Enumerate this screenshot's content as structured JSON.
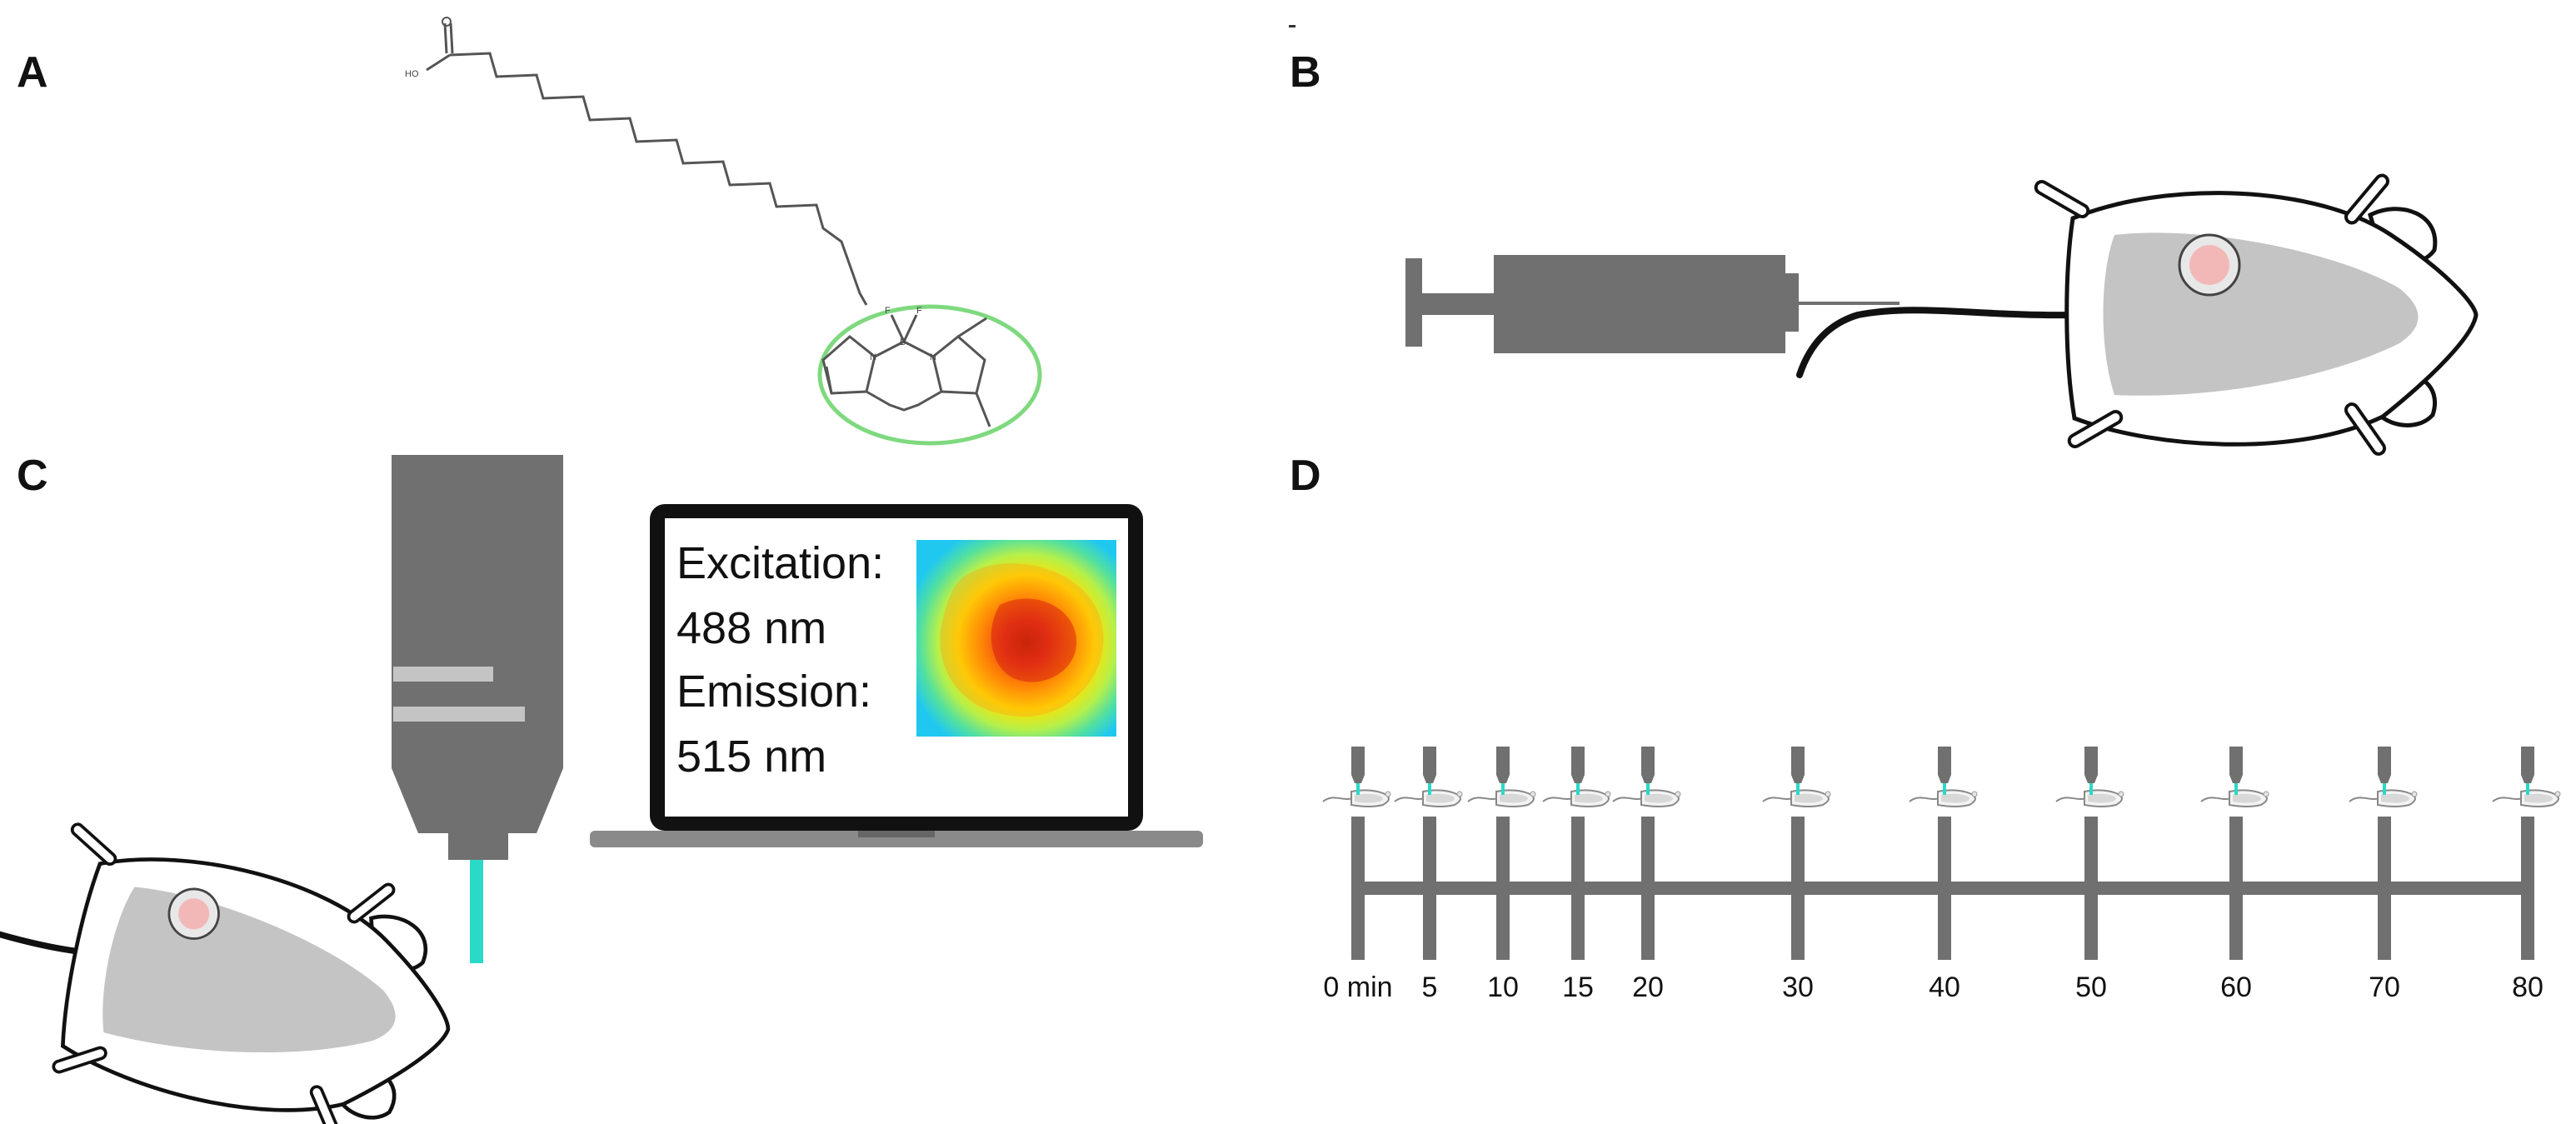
{
  "panels": {
    "a": "A",
    "b": "B",
    "c": "C",
    "d": "D"
  },
  "molecule": {
    "acid_label": "HO",
    "atoms": {
      "n1": "N",
      "n2": "N",
      "b": "B",
      "f1": "F",
      "f2": "F"
    },
    "highlight_color": "#7fd97f"
  },
  "screen": {
    "line1": "Excitation:",
    "line2": "488 nm",
    "line3": "Emission:",
    "line4": "515 nm"
  },
  "timeline": {
    "labels": [
      "0 min",
      "5",
      "10",
      "15",
      "20",
      "30",
      "40",
      "50",
      "60",
      "70",
      "80"
    ]
  },
  "colors": {
    "gray_dark": "#707070",
    "gray_light": "#c4c4c4",
    "beam": "#2ad9c8",
    "spot": "#f2b8b8"
  }
}
